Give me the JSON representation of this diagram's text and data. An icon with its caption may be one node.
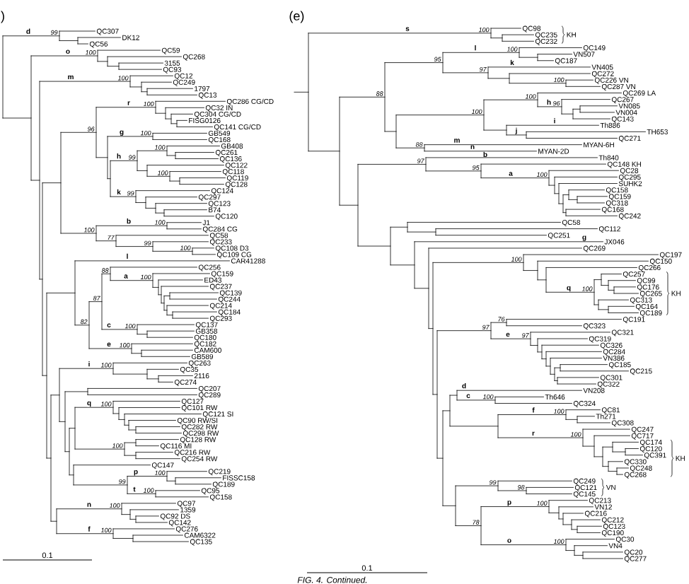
{
  "diagram": {
    "caption": "FIG. 4. Continued.",
    "labels": [
      ")",
      "QC307",
      "d",
      "99",
      "DK12",
      "QC56",
      "QC59",
      "o",
      "100",
      "QC268",
      "3155",
      "QC93",
      "QC12",
      "m",
      "100",
      "QC249",
      "1797",
      "QC13",
      "QC286 CG/CD",
      "r",
      "100",
      "QC32 IN",
      "QC304 CG/CD",
      "FISG0126",
      "QC141 CG/CD",
      "96",
      "GB549",
      "g",
      "100",
      "QC168",
      "GB408",
      "100",
      "QC261",
      "QC136",
      "h",
      "99",
      "QC122",
      "QC118",
      "100",
      "QC119",
      "QC128",
      "QC124",
      "k",
      "99",
      "QC297",
      "QC123",
      "B74",
      "QC120",
      "J1",
      "b",
      "100",
      "QC284 CG",
      "100",
      "QC58",
      "77",
      "QC233",
      "99",
      "QC108 D3",
      "100",
      "QC109 CG",
      "l",
      "CAR41288",
      "QC256",
      "88",
      "QC159",
      "a",
      "100",
      "ED43",
      "QC237",
      "QC139",
      "QC244",
      "QC214",
      "QC184",
      "QC293",
      "87",
      "QC137",
      "c",
      "100",
      "GB358",
      "QC180",
      "82",
      "QC182",
      "e",
      "100",
      "CAM600",
      "GB589",
      "QC263",
      "i",
      "100",
      "QC35",
      "2116",
      "QC274",
      "QC207",
      "QC289",
      "QC127",
      "q",
      "100",
      "QC101 RW",
      "QC121 SI",
      "QC90 RW/SI",
      "QC282 RW",
      "QC298 RW",
      "QC128 RW",
      "QC116 MI",
      "100",
      "QC216 RW",
      "QC254 RW",
      "QC147",
      "QC219",
      "p",
      "100",
      "FISSC158",
      "QC189",
      "99",
      "QC95",
      "t",
      "100",
      "QC158",
      "QC97",
      "n",
      "100",
      "1359",
      "QC92 DS",
      "QC142",
      "QC276",
      "f",
      "100",
      "CAM6322",
      "QC135",
      "0.1",
      "(e)",
      "QC98",
      "s",
      "100",
      "QC235",
      "QC232",
      "KH",
      "QC149",
      "l",
      "100",
      "VN507",
      "QC187",
      "95",
      "k",
      "VN405",
      "97",
      "QC272",
      "QC226 VN",
      "100",
      "QC287 VN",
      "88",
      "QC269 LA",
      "100",
      "QC267",
      "h",
      "96",
      "VN085",
      "VN004",
      "QC143",
      "100",
      "i",
      "Th886",
      "TH653",
      "j",
      "QC271",
      "m",
      "MYAN-6H",
      "88",
      "n",
      "MYAN-2D",
      "b",
      "Th840",
      "97",
      "QC148 KH",
      "95",
      "QC28",
      "a",
      "100",
      "QC295",
      "SUHK2",
      "QC158",
      "QC159",
      "QC318",
      "QC168",
      "QC242",
      "QC58",
      "QC112",
      "QC251",
      "g",
      "JX046",
      "QC269",
      "QC197",
      "100",
      "QC150",
      "QC266",
      "QC257",
      "QC99",
      "QC176",
      "QC265",
      "q",
      "100",
      "QC313",
      "QC164",
      "QC189",
      "KH",
      "QC191",
      "76",
      "QC323",
      "97",
      "QC321",
      "e",
      "97",
      "QC319",
      "QC326",
      "QC284",
      "VN386",
      "QC185",
      "QC215",
      "QC301",
      "QC322",
      "d",
      "VN208",
      "Th646",
      "c",
      "100",
      "QC324",
      "QC81",
      "f",
      "100",
      "Th271",
      "QC308",
      "QC247",
      "r",
      "100",
      "QC717",
      "QC174",
      "QC120",
      "QC391",
      "QC330",
      "QC248",
      "QC268",
      "KH",
      "QC249",
      "99",
      "QC121",
      "98",
      "QC145",
      "VN",
      "QC213",
      "p",
      "100",
      "VN12",
      "QC216",
      "QC212",
      "QC123",
      "QC190",
      "78",
      "QC30",
      "o",
      "100",
      "VN4",
      "QC20",
      "QC277",
      "0.1"
    ]
  }
}
